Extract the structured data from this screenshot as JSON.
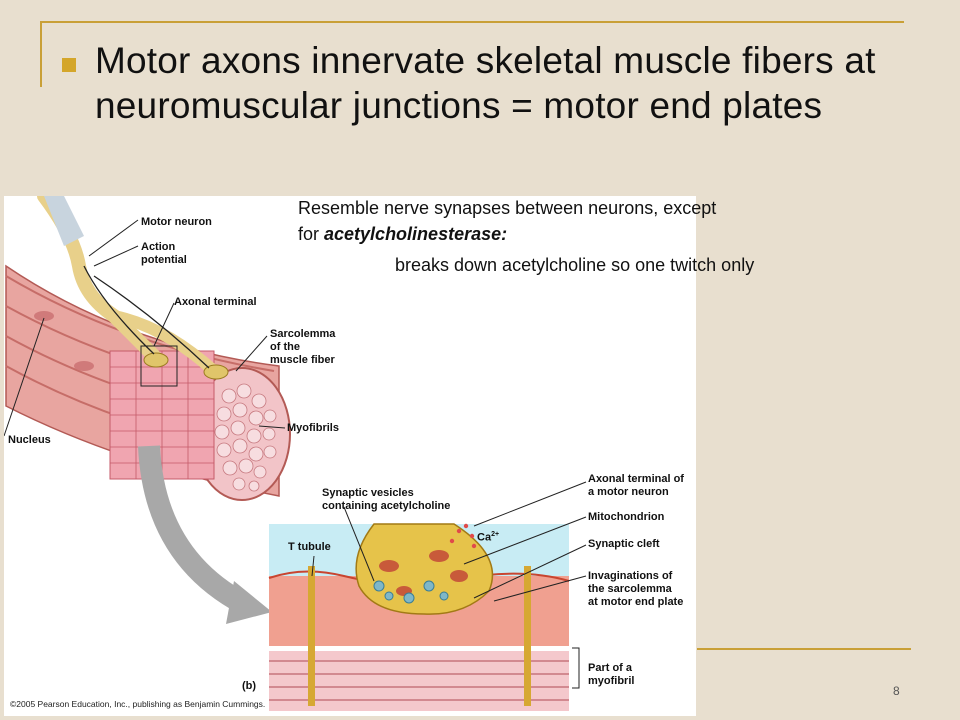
{
  "slide": {
    "title": "Motor axons innervate skeletal muscle fibers at neuromuscular junctions = motor end plates",
    "note_line1": "Resemble nerve synapses between neurons, except",
    "note_line2_prefix": "for ",
    "note_line2_emph": "acetylcholinesterase:",
    "note_line3": "breaks down acetylcholine so one twitch only",
    "page_number": "8"
  },
  "figure": {
    "labels": {
      "motor_neuron": "Motor neuron",
      "action_potential_1": "Action",
      "action_potential_2": "potential",
      "axonal_terminal": "Axonal terminal",
      "sarcolemma_1": "Sarcolemma",
      "sarcolemma_2": "of the",
      "sarcolemma_3": "muscle fiber",
      "myofibrils": "Myofibrils",
      "nucleus": "Nucleus",
      "vesicles_1": "Synaptic vesicles",
      "vesicles_2": "containing acetylcholine",
      "terminal_motor_1": "Axonal terminal of",
      "terminal_motor_2": "a motor neuron",
      "mitochondrion": "Mitochondrion",
      "ca": "Ca",
      "ca_sup": "2+",
      "t_tubule": "T tubule",
      "synaptic_cleft": "Synaptic cleft",
      "invag_1": "Invaginations of",
      "invag_2": "the sarcolemma",
      "invag_3": "at motor end plate",
      "myofibril_1": "Part of a",
      "myofibril_2": "myofibril",
      "panel_b": "(b)",
      "copyright": "©2005 Pearson Education, Inc., publishing as Benjamin Cummings."
    }
  }
}
